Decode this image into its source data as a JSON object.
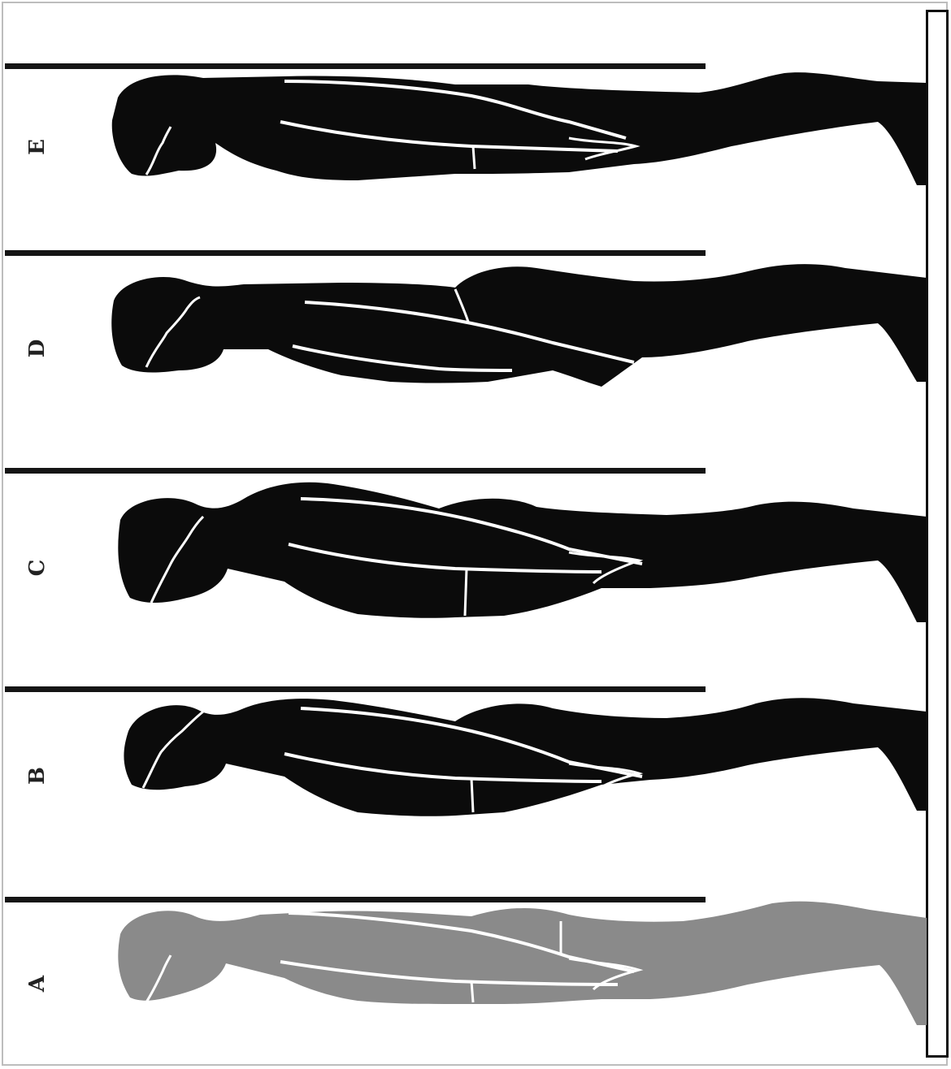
{
  "panels": [
    {
      "id": "E",
      "label": "E",
      "fill": "#0b0b0b"
    },
    {
      "id": "D",
      "label": "D",
      "fill": "#0b0b0b"
    },
    {
      "id": "C",
      "label": "C",
      "fill": "#0b0b0b"
    },
    {
      "id": "B",
      "label": "B",
      "fill": "#0b0b0b"
    },
    {
      "id": "A",
      "label": "A",
      "fill": "#8a8a8a"
    }
  ],
  "colors": {
    "silhouette_dark": "#0b0b0b",
    "silhouette_gray": "#8a8a8a",
    "contour_lines": "#ffffff",
    "rule": "#151515"
  }
}
